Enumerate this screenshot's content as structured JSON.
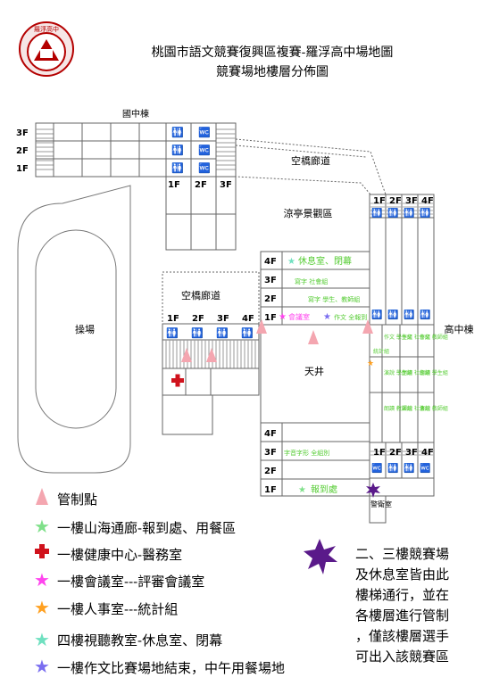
{
  "title": {
    "line1": "桃園市語文競賽復興區複賽-羅浮高中場地圖",
    "line2": "競賽場地樓層分佈圖"
  },
  "logo": {
    "text": "羅浮高中"
  },
  "labels": {
    "junior_bldg": "國中棟",
    "senior_bldg": "高中棟",
    "playground": "操場",
    "skybridge_top": "空橋廊道",
    "skybridge_left": "空橋廊道",
    "pavilion": "涼亭景觀區",
    "courtyard": "天井",
    "guard": "警衛室"
  },
  "floors": {
    "junior": [
      "3F",
      "2F",
      "1F"
    ],
    "junior_stairs": [
      "1F",
      "2F",
      "3F"
    ],
    "left_stairs": [
      "1F",
      "2F",
      "3F",
      "4F"
    ],
    "right_top_stairs": [
      "1F",
      "2F",
      "3F",
      "4F"
    ],
    "right_bottom_stairs": [
      "1F",
      "2F",
      "3F",
      "4F"
    ],
    "north_wing": [
      "4F",
      "3F",
      "2F",
      "1F"
    ],
    "south_wing": [
      "4F",
      "3F",
      "2F",
      "1F"
    ]
  },
  "rooms": {
    "n4": "休息室、閉幕",
    "n3": "寫字 社會組",
    "n2": "寫字 學生、教師組",
    "n1_meeting": "會議室",
    "n1_essay": "作文 全報到",
    "s3": "字音字形 全組別",
    "s1": "報到處",
    "personnel": "統計組",
    "e1": "作文 學生組",
    "e2": "作文 社會組",
    "e3": "作文 教師組",
    "e4": "演說 學生組",
    "e5": "朗讀 社會組",
    "e6": "朗讀 學生組",
    "e7": "朗讀 教師組",
    "e8": "演說 社會組",
    "e9": "演說 教師組"
  },
  "legend": {
    "control": "管制點",
    "cafeteria": "一樓山海通廊-報到處、用餐區",
    "health": "一樓健康中心-醫務室",
    "meeting": "一樓會議室---評審會議室",
    "personnel": "一樓人事室---統計組",
    "av_room": "四樓視聽教室-休息室、閉幕",
    "essay_end": "一樓作文比賽場地結束，中午用餐場地"
  },
  "note": {
    "lines": [
      "二、三樓競賽場",
      "及休息室皆由此",
      "樓梯通行，並在",
      "各樓層進行管制",
      "，僅該樓層選手",
      "可出入該競賽區"
    ]
  },
  "colors": {
    "control": "#f4a6b0",
    "cafeteria": "#7fe08a",
    "health": "#d0121c",
    "meeting": "#ff44ee",
    "personnel": "#ffa020",
    "av_room": "#6fe0c0",
    "essay_end": "#7a6ef0",
    "guard_star": "#5a1a8a",
    "green_text": "#55cc33"
  }
}
